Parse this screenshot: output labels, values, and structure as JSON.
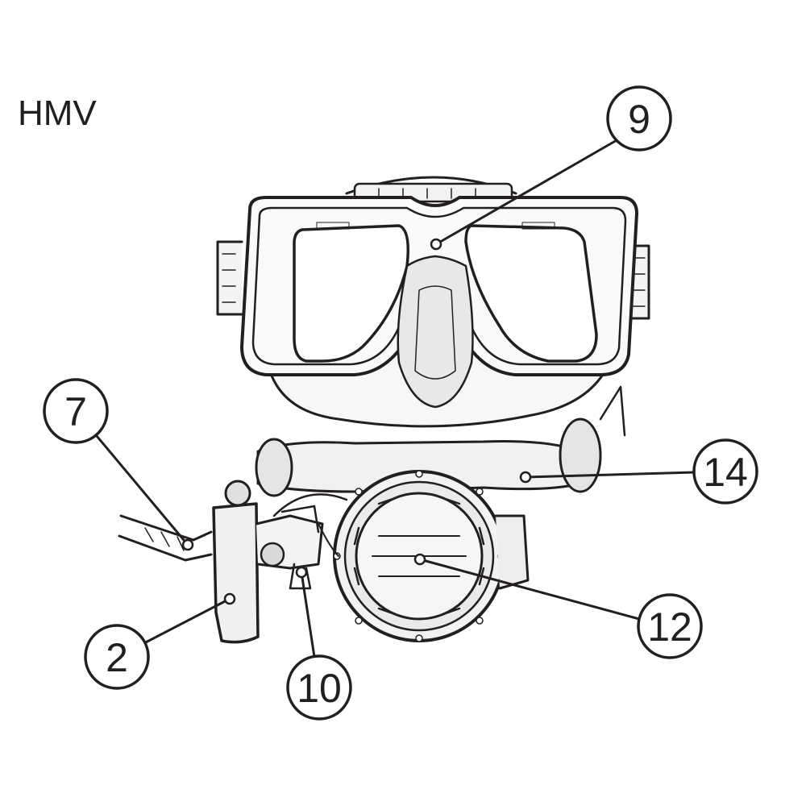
{
  "figure": {
    "label": "HMV",
    "callouts": [
      {
        "id": "9"
      },
      {
        "id": "7"
      },
      {
        "id": "14"
      },
      {
        "id": "2"
      },
      {
        "id": "12"
      },
      {
        "id": "10"
      }
    ]
  },
  "colors": {
    "ink": "#231f20",
    "background": "#ffffff",
    "sketch_fill": "#f3f3f3",
    "sketch_shade": "#d9d9d9"
  },
  "icons": {
    "mask": "full-face-mask-sketch",
    "regulator": "second-stage-regulator-sketch",
    "valve": "mouthpiece-valve-sketch",
    "hose": "braided-hose-sketch"
  }
}
